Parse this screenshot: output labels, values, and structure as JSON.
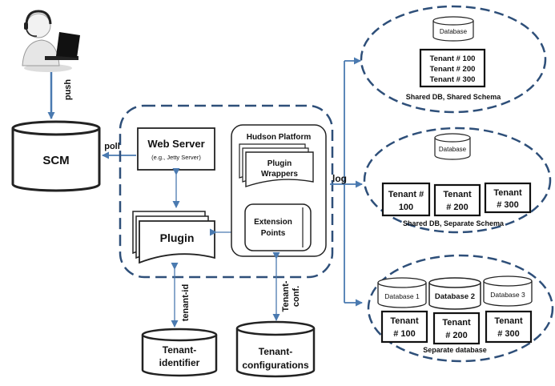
{
  "labels": {
    "push": "push",
    "poll": "poll",
    "log": "log",
    "scm": "SCM",
    "web_server": "Web Server",
    "web_server_sub": "(e.g., Jetty Server)",
    "plugin": "Plugin",
    "hudson_platform": "Hudson Platform",
    "plugin_wrappers_1": "Plugin",
    "plugin_wrappers_2": "Wrappers",
    "extension_points_1": "Extension",
    "extension_points_2": "Points",
    "tenant_id": "tenant-id",
    "tenant_conf_1": "Tenant-",
    "tenant_conf_2": "conf.",
    "tenant_identifier_1": "Tenant-",
    "tenant_identifier_2": "identifier",
    "tenant_configurations_1": "Tenant-",
    "tenant_configurations_2": "configurations"
  },
  "shared_schema": {
    "database": "Database",
    "tenant_100": "Tenant # 100",
    "tenant_200": "Tenant # 200",
    "tenant_300": "Tenant # 300",
    "caption": "Shared DB, Shared Schema"
  },
  "separate_schema": {
    "database": "Database",
    "t100_1": "Tenant #",
    "t100_2": "100",
    "t200_1": "Tenant",
    "t200_2": "# 200",
    "t300_1": "Tenant",
    "t300_2": "# 300",
    "caption": "Shared DB, Separate Schema"
  },
  "separate_db": {
    "db1": "Database 1",
    "db2": "Database 2",
    "db3": "Database 3",
    "t100_1": "Tenant",
    "t100_2": "# 100",
    "t200_1": "Tenant",
    "t200_2": "# 200",
    "t300_1": "Tenant",
    "t300_2": "# 300",
    "caption": "Separate database"
  },
  "colors": {
    "arrow": "#4a7ab0",
    "dashed": "#2e4f79",
    "line": "#222222"
  }
}
